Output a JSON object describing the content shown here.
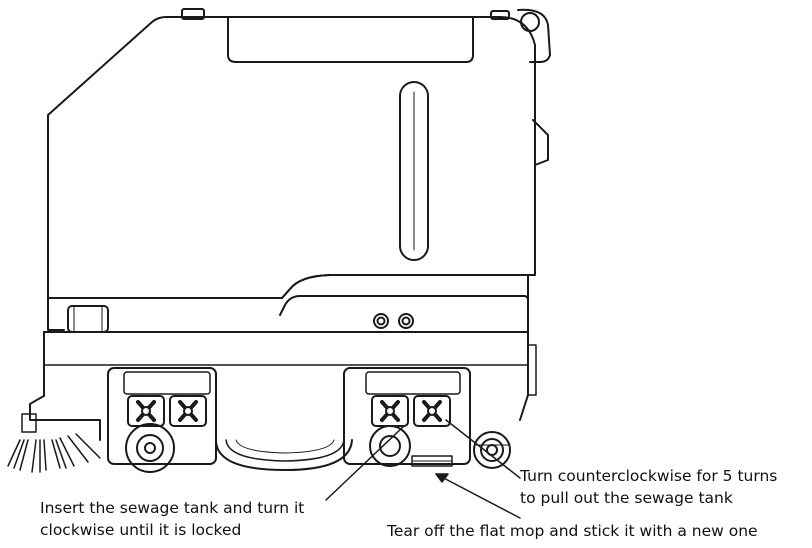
{
  "callouts": {
    "sewage_out": {
      "line1": "Turn counterclockwise for 5 turns",
      "line2": "to pull out the sewage tank"
    },
    "sewage_in": {
      "line1": "Insert the sewage tank and turn it",
      "line2": "clockwise until it is locked"
    },
    "mop": {
      "line1": "Tear off the flat mop and stick it with a new one"
    }
  },
  "colors": {
    "line": "#1a1a1a",
    "background": "#ffffff"
  }
}
